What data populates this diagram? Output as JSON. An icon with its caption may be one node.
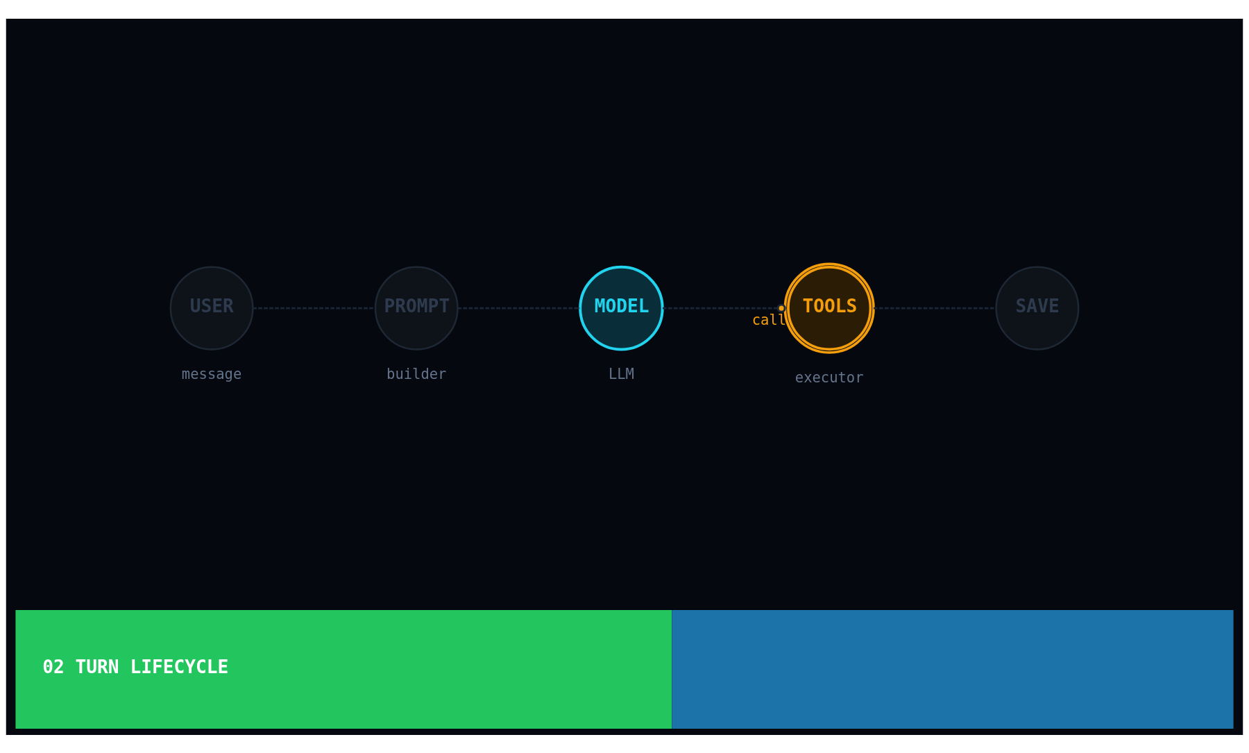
{
  "diagram": {
    "title": "02 TURN LIFECYCLE",
    "nodes": [
      {
        "text": [
          "USER"
        ],
        "beside": [
          "message"
        ]
      },
      {
        "text": [
          "PROMPT"
        ],
        "beside": [
          "builder"
        ]
      },
      {
        "text": [
          "MODEL"
        ],
        "beside": [
          "LLM"
        ]
      },
      {
        "text": [
          "TOOLS"
        ],
        "beside": [
          "executor"
        ]
      },
      {
        "text": [
          "SAVE"
        ]
      }
    ],
    "edges": [
      {
        "from": 0,
        "to": 1,
        "arrow": "none",
        "style": "dashed"
      },
      {
        "from": 1,
        "to": 2,
        "arrow": "none",
        "style": "dashed"
      },
      {
        "from": 2,
        "to": 3,
        "arrow": "other",
        "style": "dashed",
        "label": "call"
      },
      {
        "from": 3,
        "to": 4,
        "arrow": "none",
        "style": "dashed"
      }
    ]
  }
}
